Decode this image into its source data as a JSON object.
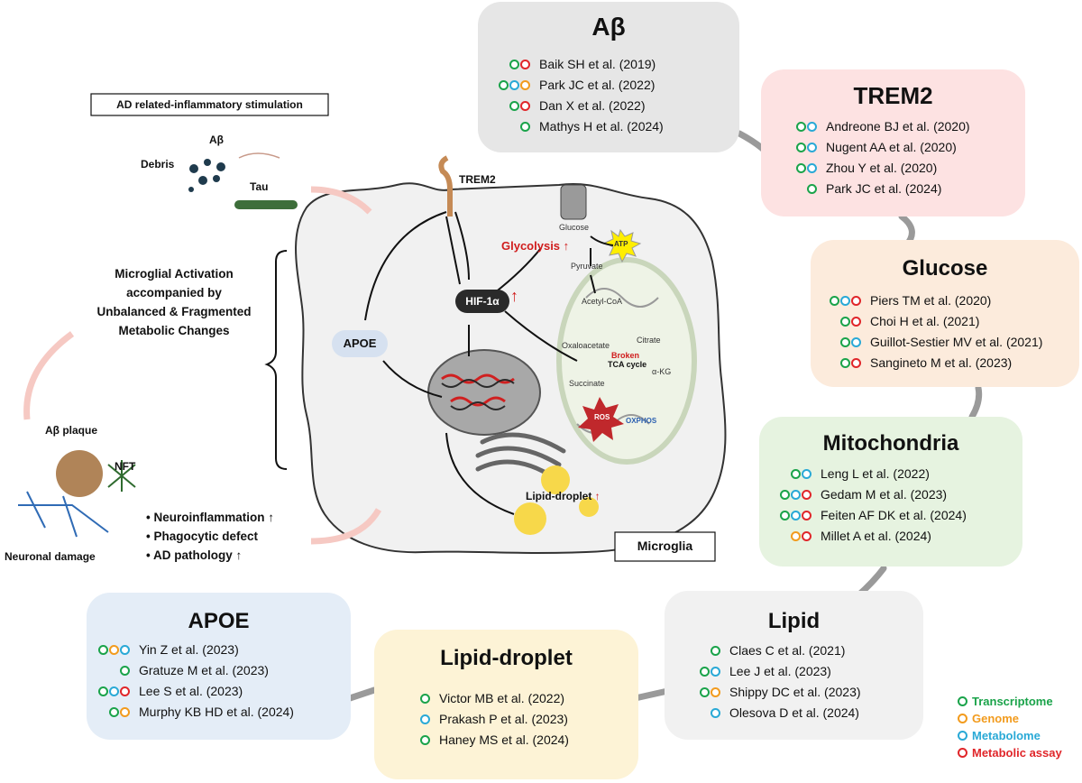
{
  "boxes": {
    "abeta": {
      "title": "Aβ",
      "refs": [
        {
          "dots": [
            "T",
            "R"
          ],
          "text": "Baik SH et al. (2019)"
        },
        {
          "dots": [
            "T",
            "M",
            "G"
          ],
          "text": "Park JC et al. (2022)"
        },
        {
          "dots": [
            "T",
            "R"
          ],
          "text": "Dan X et al. (2022)"
        },
        {
          "dots": [
            "T"
          ],
          "text": "Mathys H et al. (2024)"
        }
      ]
    },
    "trem2": {
      "title": "TREM2",
      "refs": [
        {
          "dots": [
            "T",
            "M"
          ],
          "text": "Andreone BJ et al. (2020)"
        },
        {
          "dots": [
            "T",
            "M"
          ],
          "text": "Nugent AA et al. (2020)"
        },
        {
          "dots": [
            "T",
            "M"
          ],
          "text": "Zhou Y et al. (2020)"
        },
        {
          "dots": [
            "T"
          ],
          "text": "Park JC et al. (2024)"
        }
      ]
    },
    "glucose": {
      "title": "Glucose",
      "refs": [
        {
          "dots": [
            "T",
            "M",
            "R"
          ],
          "text": "Piers TM et al. (2020)"
        },
        {
          "dots": [
            "T",
            "R"
          ],
          "text": "Choi H et al. (2021)"
        },
        {
          "dots": [
            "T",
            "M"
          ],
          "text": "Guillot-Sestier MV et al. (2021)"
        },
        {
          "dots": [
            "T",
            "R"
          ],
          "text": "Sangineto M et al. (2023)"
        }
      ]
    },
    "mito": {
      "title": "Mitochondria",
      "refs": [
        {
          "dots": [
            "T",
            "M"
          ],
          "text": "Leng L et al. (2022)"
        },
        {
          "dots": [
            "T",
            "M",
            "R"
          ],
          "text": "Gedam M et al. (2023)"
        },
        {
          "dots": [
            "T",
            "M",
            "R"
          ],
          "text": "Feiten AF DK et al. (2024)"
        },
        {
          "dots": [
            "G",
            "R"
          ],
          "text": "Millet A et al. (2024)"
        }
      ]
    },
    "lipid": {
      "title": "Lipid",
      "refs": [
        {
          "dots": [
            "T"
          ],
          "text": "Claes C et al. (2021)"
        },
        {
          "dots": [
            "T",
            "M"
          ],
          "text": "Lee J et al. (2023)"
        },
        {
          "dots": [
            "T",
            "G"
          ],
          "text": "Shippy DC et al. (2023)"
        },
        {
          "dots": [
            "M"
          ],
          "text": "Olesova D et al. (2024)"
        }
      ]
    },
    "lipiddroplet": {
      "title": "Lipid-droplet",
      "refs": [
        {
          "dots": [
            "T"
          ],
          "text": "Victor MB et al. (2022)"
        },
        {
          "dots": [
            "M"
          ],
          "text": "Prakash P et al. (2023)"
        },
        {
          "dots": [
            "T"
          ],
          "text": "Haney MS et al. (2024)"
        }
      ]
    },
    "apoe": {
      "title": "APOE",
      "refs": [
        {
          "dots": [
            "T",
            "G",
            "M"
          ],
          "text": "Yin Z et al. (2023)"
        },
        {
          "dots": [
            "T"
          ],
          "text": "Gratuze M et al. (2023)"
        },
        {
          "dots": [
            "T",
            "M",
            "R"
          ],
          "text": "Lee S et al. (2023)"
        },
        {
          "dots": [
            "T",
            "G"
          ],
          "text": "Murphy KB HD et al. (2024)"
        }
      ]
    }
  },
  "legend": [
    {
      "key": "T",
      "text": "Transcriptome",
      "color": "#1aa34a"
    },
    {
      "key": "G",
      "text": "Genome",
      "color": "#f29b1d"
    },
    {
      "key": "M",
      "text": "Metabolome",
      "color": "#29a9d6"
    },
    {
      "key": "R",
      "text": "Metabolic assay",
      "color": "#e0262a"
    }
  ],
  "left": {
    "stimulation_title": "AD related-inflammatory stimulation",
    "abeta": "Aβ",
    "debris": "Debris",
    "tau": "Tau",
    "activation": "Microglial Activation\naccompanied by\nUnbalanced & Fragmented\nMetabolic Changes",
    "plaque": "Aβ plaque",
    "nft": "NFT",
    "neuronal": "Neuronal damage",
    "bullets": [
      "Neuroinflammation ↑",
      "Phagocytic defect",
      "AD pathology ↑"
    ]
  },
  "cell": {
    "trem2": "TREM2",
    "hif": "HIF-1α",
    "apoe": "APOE",
    "glucose": "Glucose",
    "glycolysis": "Glycolysis",
    "atp": "ATP",
    "pyruvate": "Pyruvate",
    "acetyl": "Acetyl-CoA",
    "citrate": "Citrate",
    "oxaloacetate": "Oxaloacetate",
    "broken": "Broken",
    "tca": "TCA cycle",
    "akg": "α-KG",
    "succinate": "Succinate",
    "ros": "ROS",
    "oxphos": "OXPHOS",
    "lipid_droplet": "Lipid-droplet",
    "microglia": "Microglia"
  },
  "colors": {
    "abeta_bg": "#e6e6e6",
    "trem2_bg": "#fde2e2",
    "glucose_bg": "#fcebdc",
    "mito_bg": "#e6f3e0",
    "lipid_bg": "#f1f1f1",
    "lipiddroplet_bg": "#fdf3d6",
    "apoe_bg": "#e4edf7",
    "connector": "#9a9a9a",
    "red": "#d01c1c"
  }
}
